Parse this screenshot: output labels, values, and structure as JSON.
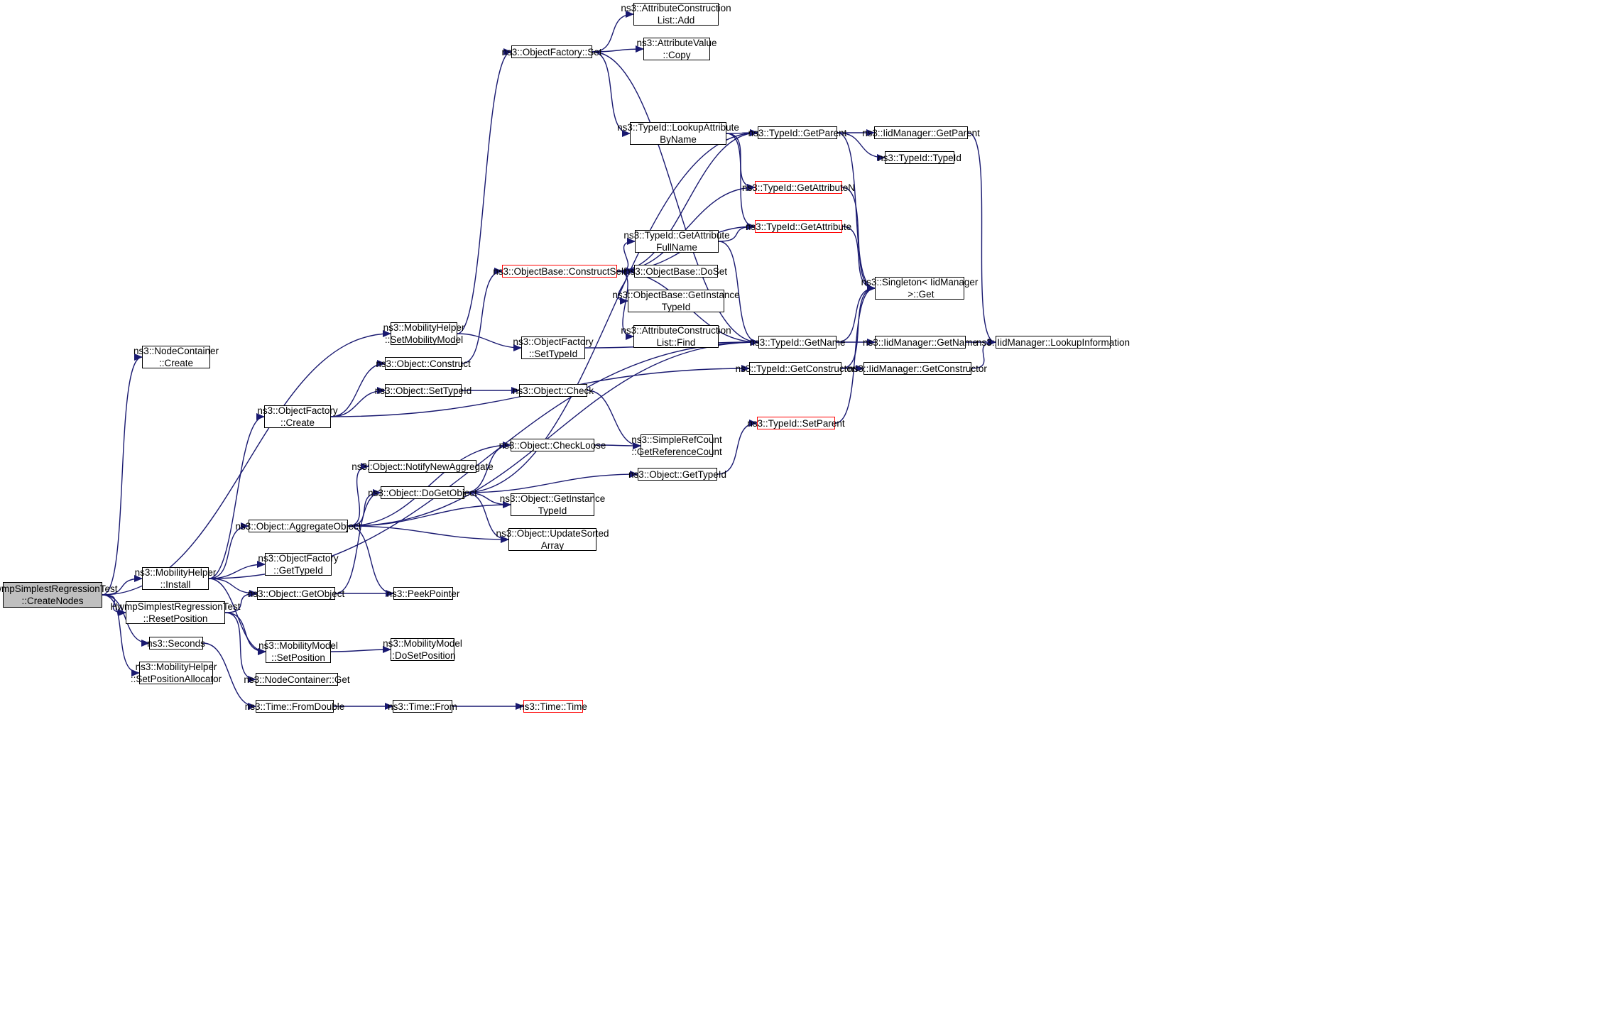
{
  "colors": {
    "edge": "#191970",
    "box_border": "#000000",
    "truncated_border": "#ff0000",
    "root_fill": "#bfbfbf",
    "background": "#ffffff"
  },
  "nodes": [
    {
      "id": "root",
      "lines": [
        "HwmpSimplestRegressionTest",
        "::CreateNodes"
      ],
      "style": "root"
    },
    {
      "id": "ncCreate",
      "lines": [
        "ns3::NodeContainer",
        "::Create"
      ]
    },
    {
      "id": "mhSetMob",
      "lines": [
        "ns3::MobilityHelper",
        "::SetMobilityModel"
      ]
    },
    {
      "id": "mhInstall",
      "lines": [
        "ns3::MobilityHelper",
        "::Install"
      ]
    },
    {
      "id": "resetPos",
      "lines": [
        "HwmpSimplestRegressionTest",
        "::ResetPosition"
      ]
    },
    {
      "id": "seconds",
      "lines": [
        "ns3::Seconds"
      ]
    },
    {
      "id": "mhSetPosAlloc",
      "lines": [
        "ns3::MobilityHelper",
        "::SetPositionAllocator"
      ]
    },
    {
      "id": "ofSet",
      "lines": [
        "ns3::ObjectFactory::Set"
      ]
    },
    {
      "id": "aclAdd",
      "lines": [
        "ns3::AttributeConstruction",
        "List::Add"
      ]
    },
    {
      "id": "avCopy",
      "lines": [
        "ns3::AttributeValue",
        "::Copy"
      ]
    },
    {
      "id": "tidLookup",
      "lines": [
        "ns3::TypeId::LookupAttribute",
        "ByName"
      ]
    },
    {
      "id": "tidGetParent",
      "lines": [
        "ns3::TypeId::GetParent"
      ]
    },
    {
      "id": "iidGetParent",
      "lines": [
        "ns3::IidManager::GetParent"
      ]
    },
    {
      "id": "tidTypeId",
      "lines": [
        "ns3::TypeId::TypeId"
      ]
    },
    {
      "id": "tidGetAttrN",
      "lines": [
        "ns3::TypeId::GetAttributeN"
      ],
      "style": "truncated"
    },
    {
      "id": "tidGetAttr",
      "lines": [
        "ns3::TypeId::GetAttribute"
      ],
      "style": "truncated"
    },
    {
      "id": "tidGetAttrFull",
      "lines": [
        "ns3::TypeId::GetAttribute",
        "FullName"
      ]
    },
    {
      "id": "obConstructSelf",
      "lines": [
        "ns3::ObjectBase::ConstructSelf"
      ],
      "style": "truncated"
    },
    {
      "id": "obDoSet",
      "lines": [
        "ns3::ObjectBase::DoSet"
      ]
    },
    {
      "id": "obGetInstTid",
      "lines": [
        "ns3::ObjectBase::GetInstance",
        "TypeId"
      ]
    },
    {
      "id": "aclFind",
      "lines": [
        "ns3::AttributeConstruction",
        "List::Find"
      ]
    },
    {
      "id": "singletonGet",
      "lines": [
        "ns3::Singleton< IidManager",
        " >::Get"
      ]
    },
    {
      "id": "ofSetTid",
      "lines": [
        "ns3::ObjectFactory",
        "::SetTypeId"
      ]
    },
    {
      "id": "tidGetName",
      "lines": [
        "ns3::TypeId::GetName"
      ]
    },
    {
      "id": "iidGetName",
      "lines": [
        "ns3::IidManager::GetName"
      ]
    },
    {
      "id": "iidLookup",
      "lines": [
        "ns3::IidManager::LookupInformation"
      ]
    },
    {
      "id": "objConstruct",
      "lines": [
        "ns3::Object::Construct"
      ]
    },
    {
      "id": "tidGetCtor",
      "lines": [
        "ns3::TypeId::GetConstructor"
      ]
    },
    {
      "id": "iidGetCtor",
      "lines": [
        "ns3::IidManager::GetConstructor"
      ]
    },
    {
      "id": "objSetTid",
      "lines": [
        "ns3::Object::SetTypeId"
      ]
    },
    {
      "id": "objCheck",
      "lines": [
        "ns3::Object::Check"
      ]
    },
    {
      "id": "ofCreate",
      "lines": [
        "ns3::ObjectFactory",
        "::Create"
      ]
    },
    {
      "id": "tidSetParent",
      "lines": [
        "ns3::TypeId::SetParent"
      ],
      "style": "truncated"
    },
    {
      "id": "srcGetRef",
      "lines": [
        "ns3::SimpleRefCount",
        "::GetReferenceCount"
      ]
    },
    {
      "id": "objCheckLoose",
      "lines": [
        "ns3::Object::CheckLoose"
      ]
    },
    {
      "id": "objNotifyNew",
      "lines": [
        "ns3::Object::NotifyNewAggregate"
      ]
    },
    {
      "id": "objDoGetObject",
      "lines": [
        "ns3::Object::DoGetObject"
      ]
    },
    {
      "id": "objGetTid",
      "lines": [
        "ns3::Object::GetTypeId"
      ]
    },
    {
      "id": "objGetInstTid",
      "lines": [
        "ns3::Object::GetInstance",
        "TypeId"
      ]
    },
    {
      "id": "objAggregate",
      "lines": [
        "ns3::Object::AggregateObject"
      ]
    },
    {
      "id": "objUpdateSorted",
      "lines": [
        "ns3::Object::UpdateSorted",
        "Array"
      ]
    },
    {
      "id": "ofGetTid",
      "lines": [
        "ns3::ObjectFactory",
        "::GetTypeId"
      ]
    },
    {
      "id": "objGetObject",
      "lines": [
        "ns3::Object::GetObject"
      ]
    },
    {
      "id": "peekPointer",
      "lines": [
        "ns3::PeekPointer"
      ]
    },
    {
      "id": "mmSetPos",
      "lines": [
        "ns3::MobilityModel",
        "::SetPosition"
      ]
    },
    {
      "id": "mmDoSetPos",
      "lines": [
        "ns3::MobilityModel",
        "::DoSetPosition"
      ]
    },
    {
      "id": "ncGet",
      "lines": [
        "ns3::NodeContainer::Get"
      ]
    },
    {
      "id": "timeFromDouble",
      "lines": [
        "ns3::Time::FromDouble"
      ]
    },
    {
      "id": "timeFrom",
      "lines": [
        "ns3::Time::From"
      ]
    },
    {
      "id": "timeTime",
      "lines": [
        "ns3::Time::Time"
      ],
      "style": "truncated"
    }
  ],
  "edges": [
    [
      "root",
      "ncCreate"
    ],
    [
      "root",
      "mhSetMob"
    ],
    [
      "root",
      "mhInstall"
    ],
    [
      "root",
      "resetPos"
    ],
    [
      "root",
      "seconds"
    ],
    [
      "root",
      "mhSetPosAlloc"
    ],
    [
      "mhSetMob",
      "ofSet"
    ],
    [
      "mhSetMob",
      "ofSetTid"
    ],
    [
      "ofSet",
      "aclAdd"
    ],
    [
      "ofSet",
      "avCopy"
    ],
    [
      "ofSet",
      "tidLookup"
    ],
    [
      "ofSet",
      "tidGetName"
    ],
    [
      "tidLookup",
      "tidGetParent"
    ],
    [
      "tidLookup",
      "tidGetAttrN"
    ],
    [
      "tidLookup",
      "tidGetAttr"
    ],
    [
      "tidGetParent",
      "iidGetParent"
    ],
    [
      "tidGetParent",
      "tidTypeId"
    ],
    [
      "tidGetParent",
      "singletonGet"
    ],
    [
      "iidGetParent",
      "iidLookup"
    ],
    [
      "tidGetAttrN",
      "singletonGet"
    ],
    [
      "tidGetAttr",
      "singletonGet"
    ],
    [
      "tidGetAttrFull",
      "tidGetAttr"
    ],
    [
      "tidGetAttrFull",
      "tidGetName"
    ],
    [
      "obConstructSelf",
      "tidGetParent"
    ],
    [
      "obConstructSelf",
      "tidGetAttrN"
    ],
    [
      "obConstructSelf",
      "tidGetAttr"
    ],
    [
      "obConstructSelf",
      "tidGetAttrFull"
    ],
    [
      "obConstructSelf",
      "obDoSet"
    ],
    [
      "obConstructSelf",
      "obGetInstTid"
    ],
    [
      "obConstructSelf",
      "aclFind"
    ],
    [
      "obConstructSelf",
      "tidGetName"
    ],
    [
      "ofSetTid",
      "tidGetName"
    ],
    [
      "tidGetName",
      "singletonGet"
    ],
    [
      "tidGetName",
      "iidGetName"
    ],
    [
      "iidGetName",
      "iidLookup"
    ],
    [
      "tidGetCtor",
      "singletonGet"
    ],
    [
      "tidGetCtor",
      "iidGetCtor"
    ],
    [
      "iidGetCtor",
      "iidLookup"
    ],
    [
      "tidSetParent",
      "singletonGet"
    ],
    [
      "objConstruct",
      "obConstructSelf"
    ],
    [
      "objSetTid",
      "objCheck"
    ],
    [
      "objCheck",
      "srcGetRef"
    ],
    [
      "ofCreate",
      "objConstruct"
    ],
    [
      "ofCreate",
      "objSetTid"
    ],
    [
      "ofCreate",
      "tidGetCtor"
    ],
    [
      "objCheckLoose",
      "srcGetRef"
    ],
    [
      "objDoGetObject",
      "objCheckLoose"
    ],
    [
      "objDoGetObject",
      "objGetTid"
    ],
    [
      "objDoGetObject",
      "objGetInstTid"
    ],
    [
      "objDoGetObject",
      "objUpdateSorted"
    ],
    [
      "objDoGetObject",
      "tidGetParent"
    ],
    [
      "objGetTid",
      "tidSetParent"
    ],
    [
      "objAggregate",
      "objCheckLoose"
    ],
    [
      "objAggregate",
      "objNotifyNew"
    ],
    [
      "objAggregate",
      "objDoGetObject"
    ],
    [
      "objAggregate",
      "objGetInstTid"
    ],
    [
      "objAggregate",
      "objUpdateSorted"
    ],
    [
      "objAggregate",
      "peekPointer"
    ],
    [
      "objAggregate",
      "tidGetName"
    ],
    [
      "mhInstall",
      "ofCreate"
    ],
    [
      "mhInstall",
      "objAggregate"
    ],
    [
      "mhInstall",
      "ofGetTid"
    ],
    [
      "mhInstall",
      "objGetObject"
    ],
    [
      "mhInstall",
      "mmSetPos"
    ],
    [
      "mhInstall",
      "tidGetName"
    ],
    [
      "objGetObject",
      "objDoGetObject"
    ],
    [
      "objGetObject",
      "peekPointer"
    ],
    [
      "resetPos",
      "objGetObject"
    ],
    [
      "resetPos",
      "mmSetPos"
    ],
    [
      "resetPos",
      "ncGet"
    ],
    [
      "mmSetPos",
      "mmDoSetPos"
    ],
    [
      "seconds",
      "timeFromDouble"
    ],
    [
      "timeFromDouble",
      "timeFrom"
    ],
    [
      "timeFrom",
      "timeTime"
    ]
  ]
}
